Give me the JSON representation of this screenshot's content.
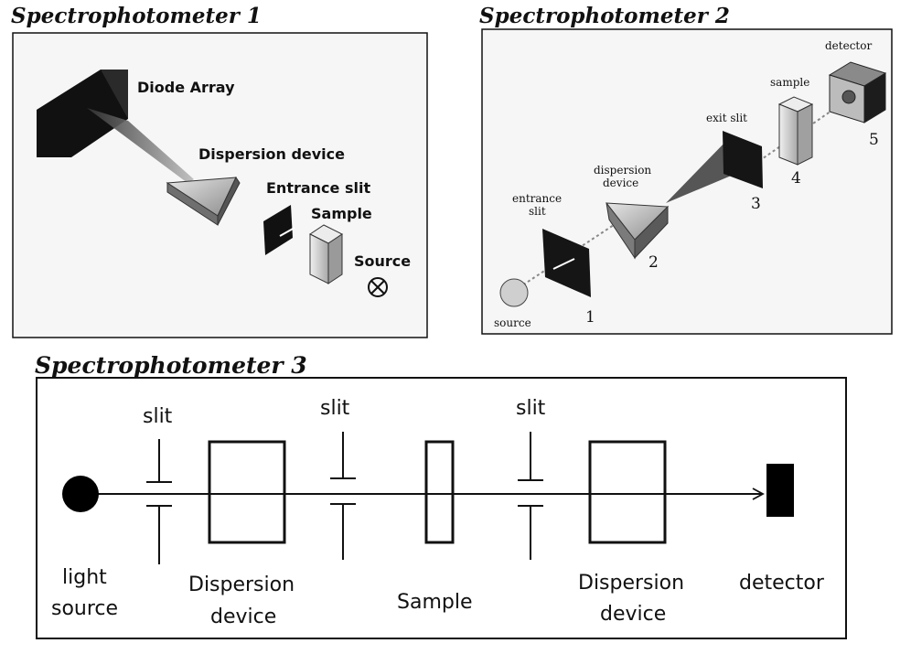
{
  "panel1": {
    "title": "Spectrophotometer 1",
    "labels": {
      "diode_array": "Diode Array",
      "dispersion_device": "Dispersion device",
      "entrance_slit": "Entrance slit",
      "sample": "Sample",
      "source": "Source"
    }
  },
  "panel2": {
    "title": "Spectrophotometer 2",
    "labels": {
      "detector": "detector",
      "sample": "sample",
      "exit_slit": "exit slit",
      "dispersion_line1": "dispersion",
      "dispersion_line2": "device",
      "entrance_line1": "entrance",
      "entrance_line2": "slit",
      "source": "source"
    },
    "numbers": [
      "1",
      "2",
      "3",
      "4",
      "5"
    ]
  },
  "panel3": {
    "title": "Spectrophotometer 3",
    "labels": {
      "slit1": "slit",
      "slit2": "slit",
      "slit3": "slit",
      "light_source_line1": "light",
      "light_source_line2": "source",
      "dispersion1_line1": "Dispersion",
      "dispersion1_line2": "device",
      "sample": "Sample",
      "dispersion2_line1": "Dispersion",
      "dispersion2_line2": "device",
      "detector": "detector"
    }
  },
  "colors": {
    "ink": "#111111",
    "panel_bg": "#f4f4f4",
    "prism_light": "#d8d8d8",
    "prism_dark": "#8a8a8a"
  }
}
